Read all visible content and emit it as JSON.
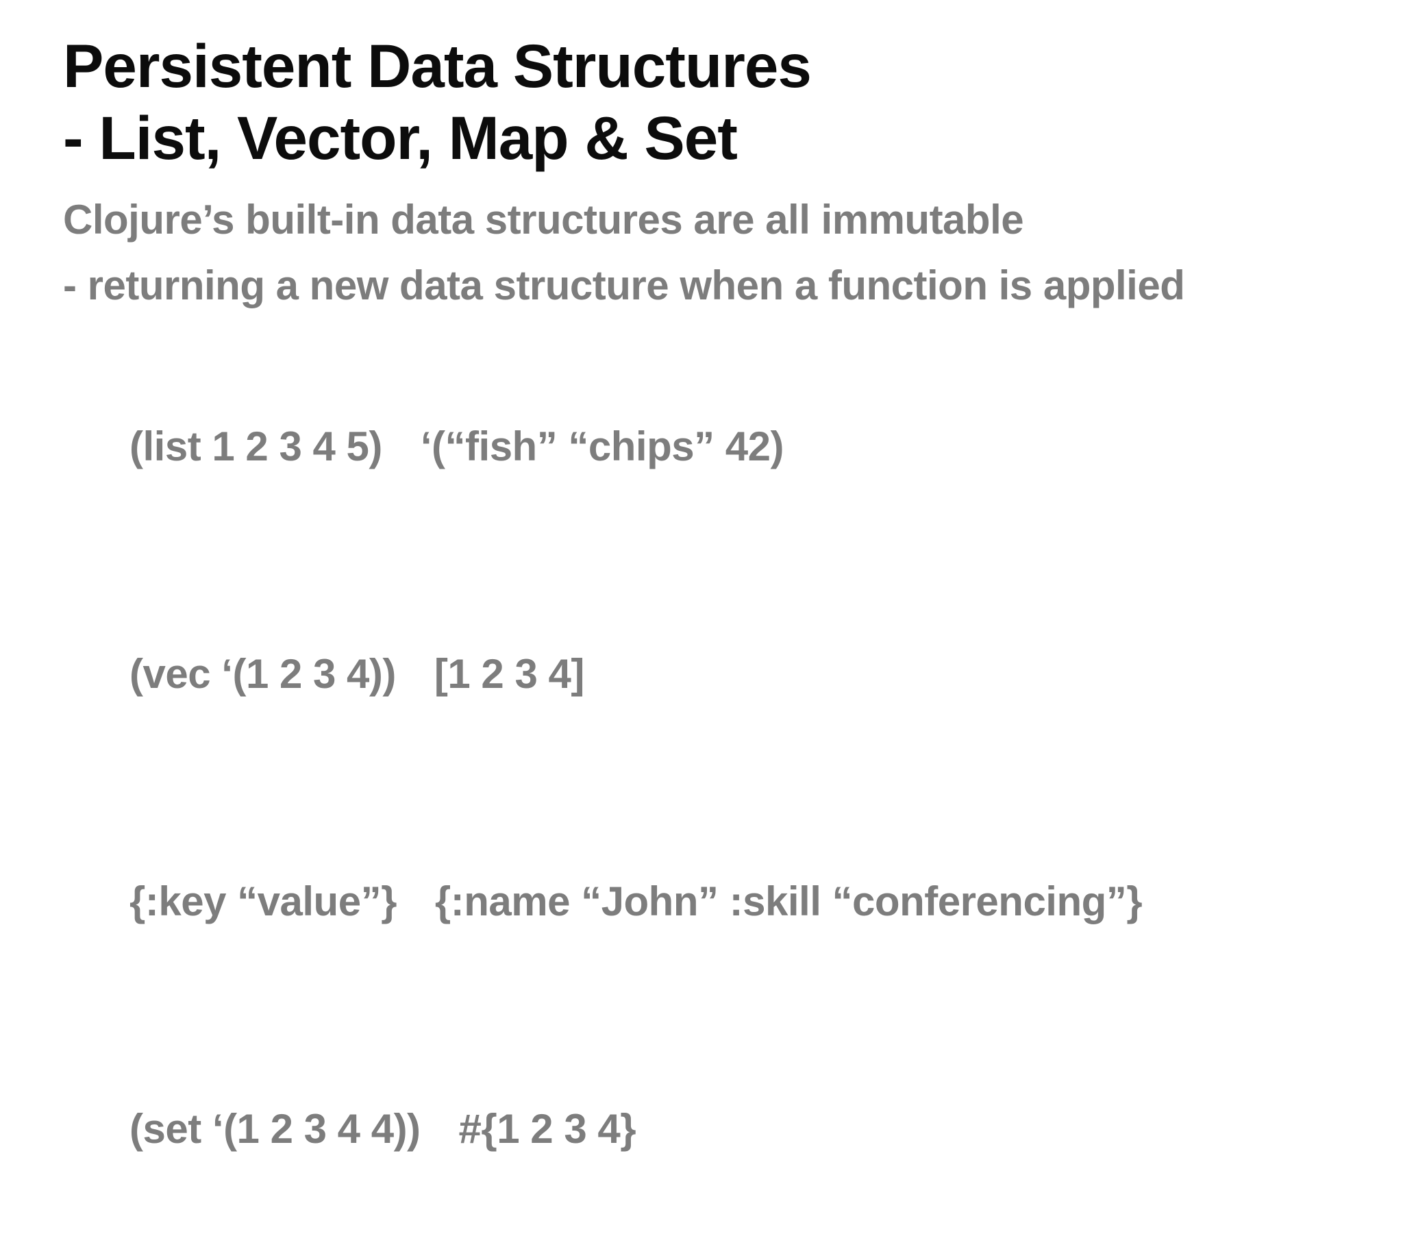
{
  "slide": {
    "title_lines": [
      "Persistent Data Structures",
      "- List, Vector, Map & Set"
    ],
    "subtitle_lines": [
      "Clojure’s built-in data structures are all immutable",
      "- returning a new data structure when a function is applied"
    ],
    "code_examples": [
      {
        "left": "(list 1 2 3 4 5)",
        "right": "‘(“fish” “chips” 42)"
      },
      {
        "left": "(vec ‘(1 2 3 4))",
        "right": "[1 2 3 4]"
      },
      {
        "left": "{:key “value”}",
        "right": "{:name “John” :skill “conferencing”}"
      },
      {
        "left": "(set ‘(1 2 3 4 4))",
        "right": "#{1 2 3 4}"
      }
    ],
    "colors": {
      "background": "#ffffff",
      "title_text": "#0c0c0c",
      "body_text": "#7d7d7d"
    }
  }
}
